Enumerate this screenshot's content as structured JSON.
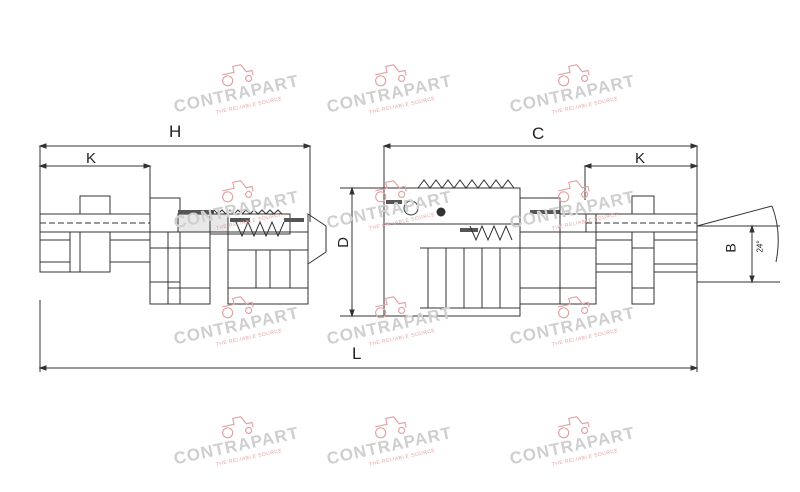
{
  "watermark": {
    "brand": "CONTRAPART",
    "tagline": "THE RELIABLE SOURCE"
  },
  "dimensions": {
    "H": "H",
    "K_left": "K",
    "C": "C",
    "K_right": "K",
    "D": "D",
    "L": "L",
    "B": "B",
    "angle": "24°"
  },
  "colors": {
    "line": "#333333",
    "dim_line": "#555555",
    "watermark_text": "#cfcfcf",
    "watermark_accent": "#e3a4a4"
  }
}
